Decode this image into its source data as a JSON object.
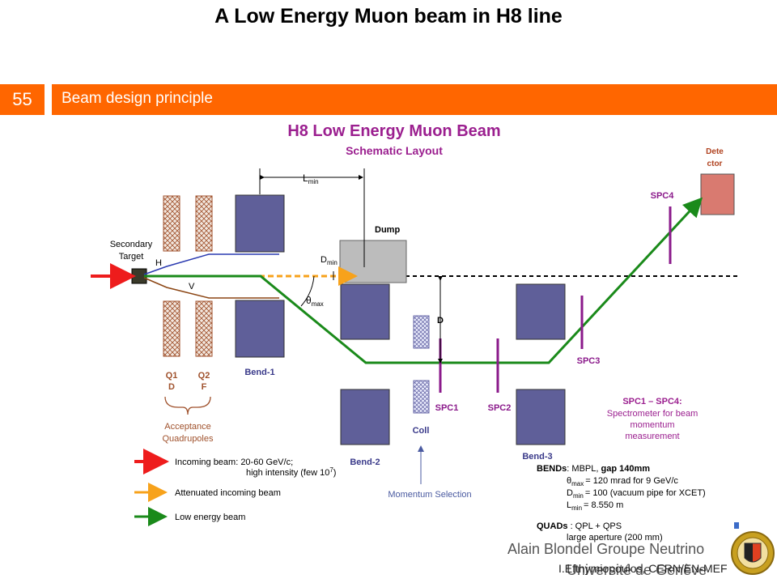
{
  "slide": {
    "title": "A Low Energy Muon beam in H8 line",
    "number": "55",
    "section": "Beam design principle"
  },
  "diagram": {
    "heading": "H8 Low Energy Muon Beam",
    "subheading": "Schematic Layout",
    "labels": {
      "secondary_target_1": "Secondary",
      "secondary_target_2": "Target",
      "h": "H",
      "v": "V",
      "l_min": "L",
      "l_min_sub": "min",
      "d_min": "D",
      "d_min_sub": "min",
      "theta": "θ",
      "theta_sub": "max",
      "dump": "Dump",
      "d": "D",
      "q1_1": "Q1",
      "q1_2": "D",
      "q2_1": "Q2",
      "q2_2": "F",
      "acceptance_1": "Acceptance",
      "acceptance_2": "Quadrupoles",
      "bend1": "Bend-1",
      "bend2": "Bend-2",
      "bend3": "Bend-3",
      "coll": "Coll",
      "spc1": "SPC1",
      "spc2": "SPC2",
      "spc3": "SPC3",
      "spc4": "SPC4",
      "detector_1": "Dete",
      "detector_2": "ctor",
      "spc_note_1": "SPC1 – SPC4:",
      "spc_note_2": "Spectrometer for beam",
      "spc_note_3": "momentum",
      "spc_note_4": "measurement",
      "momentum_selection": "Momentum Selection"
    },
    "legend": {
      "incoming_1": "Incoming beam: 20-60 GeV/c;",
      "incoming_2": "high intensity (few 10",
      "incoming_exp": "7",
      "incoming_end": ")",
      "attenuated": "Attenuated incoming beam",
      "low_energy": "Low energy beam"
    },
    "specs": {
      "bends_bold": "BENDs",
      "bends_rest": ": MBPL, ",
      "bends_gap": "gap 140mm",
      "theta_line_sym": "θ",
      "theta_line_sub": "max",
      "theta_line_val": "= 120 mrad for 9 GeV/c",
      "dmin_line_sym": "D",
      "dmin_line_sub": "min",
      "dmin_line_val": "= 100 (vacuum pipe for XCET)",
      "lmin_line_sym": "L",
      "lmin_line_sub": "min",
      "lmin_line_val": "= 8.550 m",
      "quads_bold": "QUADs",
      "quads_rest": " : QPL + QPS",
      "quads_line2": "large aperture (200 mm)"
    },
    "colors": {
      "incoming": "#ee1c1c",
      "attenuated": "#f7a21b",
      "low_energy": "#1a8a1a",
      "magnet": "#5f5f99",
      "title_purple": "#9b1f8f",
      "orange_accent": "#ff6600"
    }
  },
  "footer": {
    "author": "Alain Blondel Groupe Neutrino",
    "university": "Université de Genève",
    "credit": "I.Efthymiopoulos, CERN/EN-MEF"
  }
}
